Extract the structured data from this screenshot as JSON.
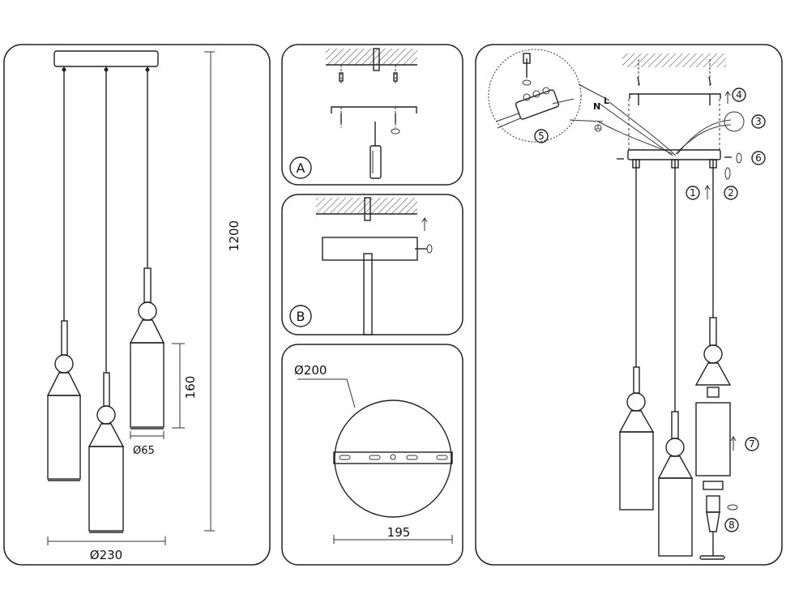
{
  "panel_left": {
    "dim_height": "1200",
    "dim_shade_height": "160",
    "dim_shade_diameter": "Ø65",
    "dim_total_width": "Ø230"
  },
  "panel_a": {
    "label": "A"
  },
  "panel_b": {
    "label": "B"
  },
  "panel_c": {
    "dim_canopy_diameter": "Ø200",
    "dim_bracket_width": "195"
  },
  "panel_right": {
    "wire_n": "N",
    "wire_l": "L",
    "steps": [
      "1",
      "2",
      "3",
      "4",
      "5",
      "6",
      "7",
      "8"
    ]
  }
}
